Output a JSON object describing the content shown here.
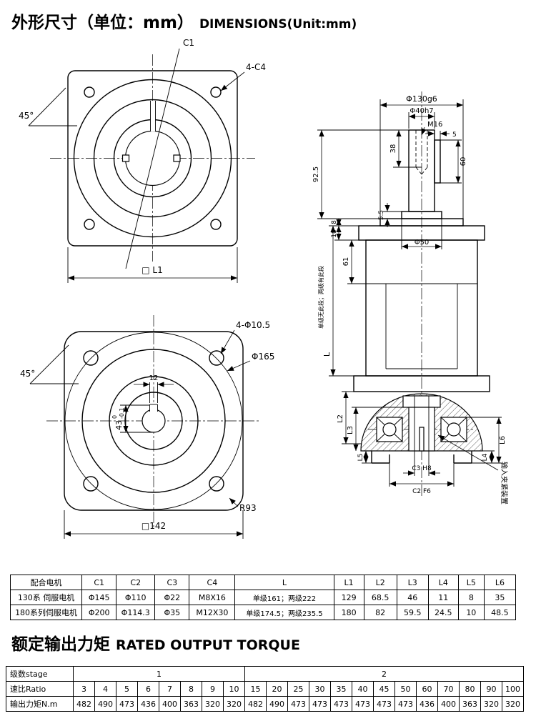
{
  "page": {
    "title_zh": "外形尺寸（单位：mm）",
    "title_en": "DIMENSIONS(Unit:mm)",
    "section2_zh": "额定输出力矩",
    "section2_en": "RATED OUTPUT TORQUE"
  },
  "viewA": {
    "labels": {
      "c1": "C1",
      "corner_holes": "4-C4",
      "angle": "45°",
      "frame_width": "□ L1"
    }
  },
  "viewB": {
    "labels": {
      "corner_holes": "4-Φ10.5",
      "angle": "45°",
      "bolt_circle": "Φ165",
      "key_width": "12",
      "key_depth": "43",
      "key_tol_upper": "0",
      "key_tol_lower": "-0.1",
      "corner_radius": "R93",
      "frame_width": "□142"
    }
  },
  "viewC": {
    "labels": {
      "spigot": "Φ130g6",
      "shaft": "Φ40h7",
      "tap": "M16",
      "key_w": "5",
      "key_len": "60",
      "tap_depth": "38",
      "shoulder_h": "5.5",
      "shaft_len": "92.5",
      "spigot_h": "8",
      "flange_t": "18",
      "shoulder_dia": "Φ50",
      "stage_len": "61",
      "stage_note": "单级无此段；两级有此段",
      "total_len": "L",
      "l2": "L2",
      "l3": "L3",
      "l4": "L4",
      "l5": "L5",
      "l6": "L6",
      "input_bore": "C3 H8",
      "input_spigot": "C2 F6",
      "input_clamp": "输入夹紧装置"
    }
  },
  "dim_table": {
    "headers": [
      "配合电机",
      "C1",
      "C2",
      "C3",
      "C4",
      "L",
      "L1",
      "L2",
      "L3",
      "L4",
      "L5",
      "L6"
    ],
    "rows": [
      [
        "130系  伺服电机",
        "Φ145",
        "Φ110",
        "Φ22",
        "M8X16",
        "单级161；两级222",
        "129",
        "68.5",
        "46",
        "11",
        "8",
        "35"
      ],
      [
        "180系列伺服电机",
        "Φ200",
        "Φ114.3",
        "Φ35",
        "M12X30",
        "单级174.5；两级235.5",
        "180",
        "82",
        "59.5",
        "24.5",
        "10",
        "48.5"
      ]
    ]
  },
  "torque_table": {
    "stage_label": "级数stage",
    "ratio_label": "速比Ratio",
    "torque_label": "输出力矩N.m",
    "stages": [
      {
        "label": "1",
        "span": 8
      },
      {
        "label": "2",
        "span": 13
      }
    ],
    "ratios": [
      "3",
      "4",
      "5",
      "6",
      "7",
      "8",
      "9",
      "10",
      "15",
      "20",
      "25",
      "30",
      "35",
      "40",
      "45",
      "50",
      "60",
      "70",
      "80",
      "90",
      "100"
    ],
    "torques": [
      "482",
      "490",
      "473",
      "436",
      "400",
      "363",
      "320",
      "320",
      "482",
      "490",
      "473",
      "473",
      "473",
      "473",
      "473",
      "473",
      "436",
      "400",
      "363",
      "320",
      "320"
    ]
  }
}
